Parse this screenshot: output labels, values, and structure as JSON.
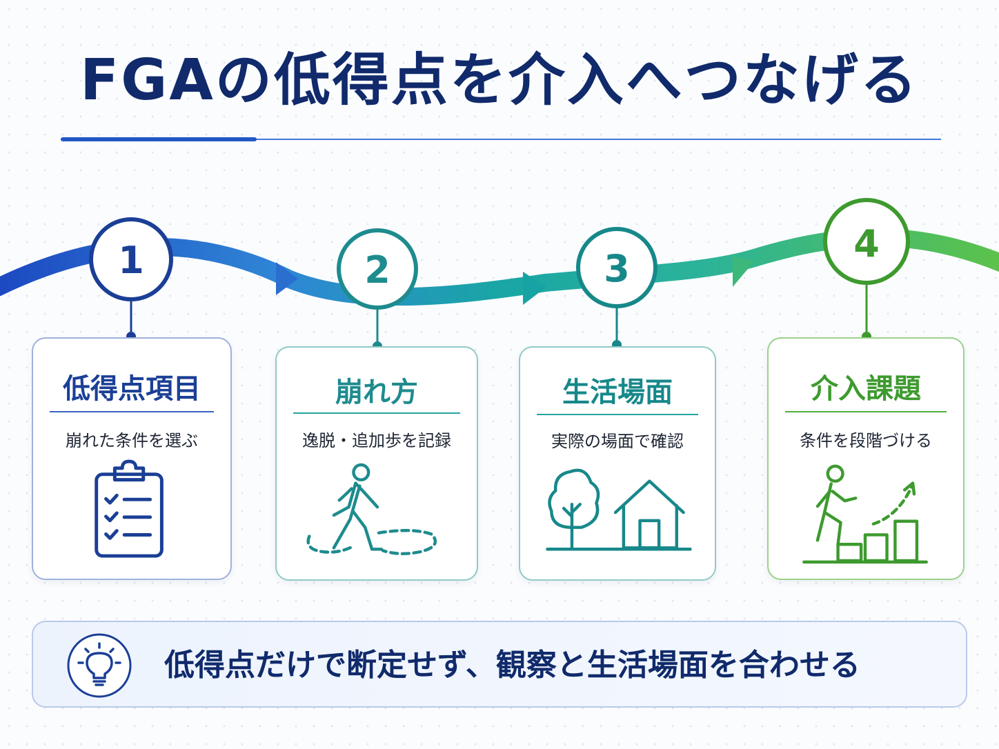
{
  "title": "FGAの低得点を介入へつなげる",
  "steps": [
    {
      "number": "1",
      "title": "低得点項目",
      "description": "崩れた条件を選ぶ",
      "icon": "clipboard-checklist-icon",
      "color": "#1b3f96"
    },
    {
      "number": "2",
      "title": "崩れ方",
      "description": "逸脱・追加歩を記録",
      "icon": "walking-person-icon",
      "color": "#1e8b8e"
    },
    {
      "number": "3",
      "title": "生活場面",
      "description": "実際の場面で確認",
      "icon": "tree-and-house-icon",
      "color": "#17888a"
    },
    {
      "number": "4",
      "title": "介入課題",
      "description": "条件を段階づける",
      "icon": "person-climbing-steps-icon",
      "color": "#3e9a2f"
    }
  ],
  "banner": {
    "icon": "lightbulb-icon",
    "text": "低得点だけで断定せず、観察と生活場面を合わせる"
  }
}
